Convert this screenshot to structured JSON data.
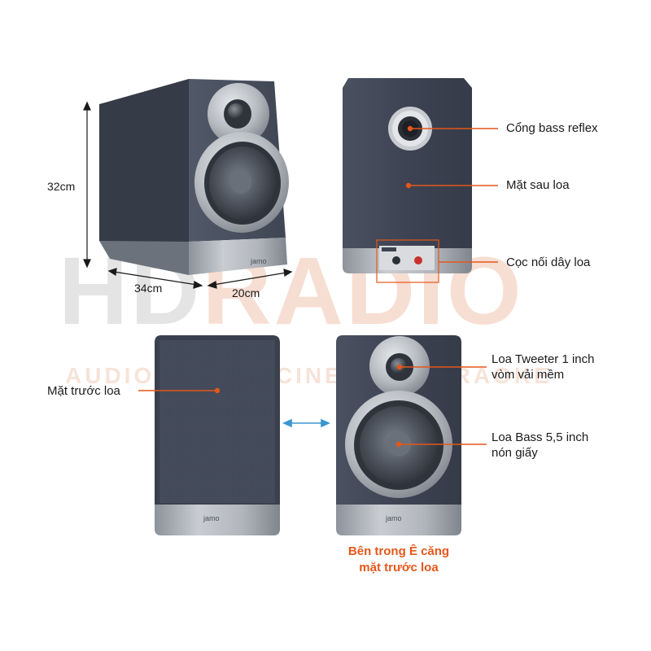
{
  "watermark": {
    "brand_hd": "HD",
    "brand_radio": "RADIO",
    "tagline": "AUDIO - HOME CINEMA - KARAOKE"
  },
  "dimensions": {
    "height": "32cm",
    "depth": "34cm",
    "width": "20cm"
  },
  "labels": {
    "bass_reflex": "Cổng bass reflex",
    "rear_panel": "Mặt sau loa",
    "binding_posts": "Cọc nối dây loa",
    "front_grille": "Mặt trước loa",
    "tweeter_line1": "Loa Tweeter 1 inch",
    "tweeter_line2": "vòm vải mềm",
    "bass_line1": "Loa Bass 5,5 inch",
    "bass_line2": "nón giấy"
  },
  "caption": {
    "line1": "Bên trong Ê căng",
    "line2": "mặt trước loa"
  },
  "brand_logo": "jamo",
  "colors": {
    "accent": "#e4571b",
    "cabinet": "#3e4553",
    "arrow": "#3a95d0",
    "dimension_line": "#1a1a1a"
  }
}
